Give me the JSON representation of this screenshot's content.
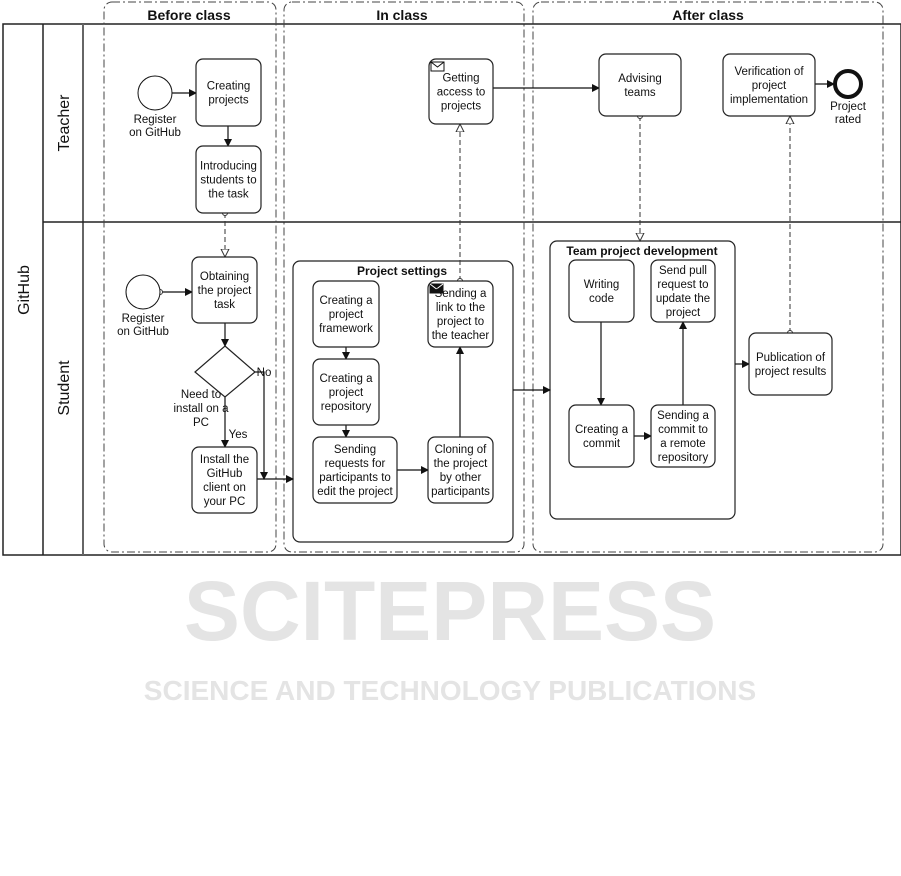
{
  "pool": {
    "label": "GitHub"
  },
  "lanes": {
    "teacher": "Teacher",
    "student": "Student"
  },
  "phases": {
    "before": "Before class",
    "during": "In class",
    "after": "After class"
  },
  "subprocesses": {
    "settings": "Project settings",
    "team": "Team project development"
  },
  "events": {
    "teacher_start": [
      "Register",
      "on GitHub"
    ],
    "student_start": [
      "Register",
      "on GitHub"
    ],
    "end": [
      "Project",
      "rated"
    ]
  },
  "tasks": {
    "creating_projects": [
      "Creating",
      "projects"
    ],
    "introducing": [
      "Introducing",
      "students to",
      "the task"
    ],
    "getting_access": [
      "Getting",
      "access to",
      "projects"
    ],
    "advising": [
      "Advising",
      "teams"
    ],
    "verification": [
      "Verification of",
      "project",
      "implementation"
    ],
    "obtaining": [
      "Obtaining",
      "the project",
      "task"
    ],
    "install": [
      "Install the",
      "GitHub",
      "client on",
      "your PC"
    ],
    "framework": [
      "Creating a",
      "project",
      "framework"
    ],
    "repository": [
      "Creating a",
      "project",
      "repository"
    ],
    "requests": [
      "Sending",
      "requests for",
      "participants to",
      "edit the project"
    ],
    "send_link": [
      "Sending a",
      "link to the",
      "project to",
      "the teacher"
    ],
    "cloning": [
      "Cloning of",
      "the project",
      "by other",
      "participants"
    ],
    "writing": [
      "Writing",
      "code"
    ],
    "pull_request": [
      "Send pull",
      "request to",
      "update the",
      "project"
    ],
    "commit": [
      "Creating a",
      "commit"
    ],
    "push": [
      "Sending a",
      "commit to",
      "a remote",
      "repository"
    ],
    "publication": [
      "Publication of",
      "project results"
    ]
  },
  "gateway": {
    "label": [
      "Need to",
      "install on a",
      "PC"
    ],
    "yes": "Yes",
    "no": "No"
  },
  "watermark": {
    "line1": "SCITEPRESS",
    "line2": "SCIENCE AND TECHNOLOGY PUBLICATIONS"
  }
}
